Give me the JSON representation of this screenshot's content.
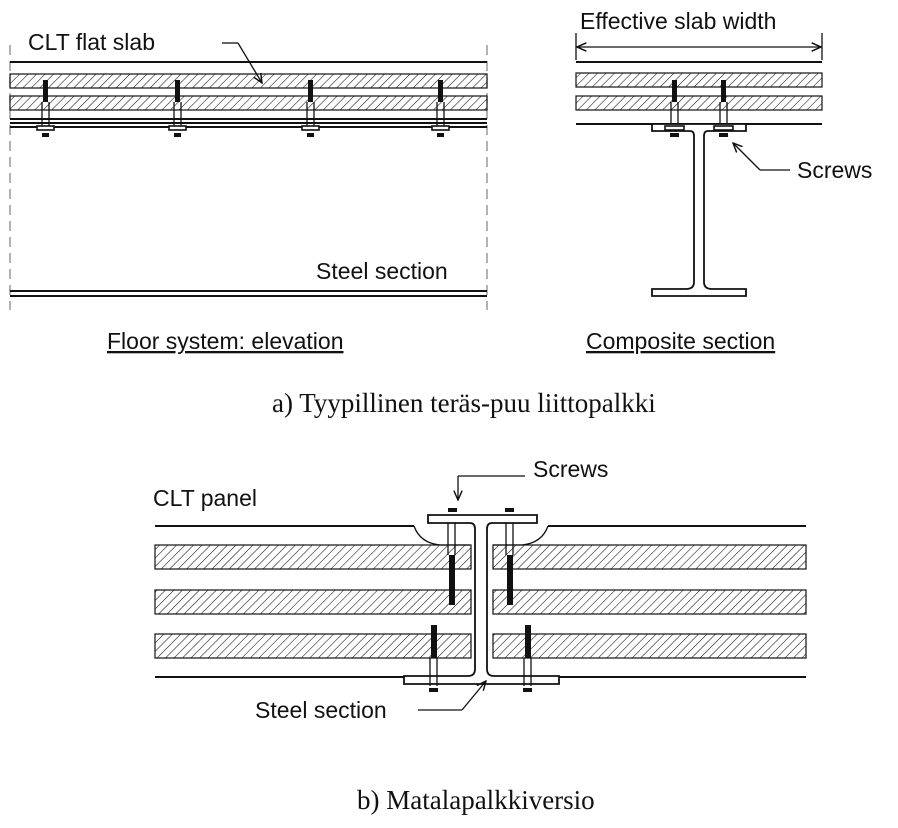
{
  "figure_a": {
    "elevation_label_slab": "CLT flat slab",
    "elevation_label_steel": "Steel section",
    "elevation_title": "Floor system: elevation",
    "section_label_width": "Effective slab width",
    "section_label_screws": "Screws",
    "section_title": "Composite section",
    "caption": "a)  Tyypillinen teräs-puu liittopalkki"
  },
  "figure_b": {
    "label_screws": "Screws",
    "label_panel": "CLT panel",
    "label_steel": "Steel section",
    "caption": "b)  Matalapalkkiversio"
  },
  "colors": {
    "ink": "#111111",
    "background": "#ffffff",
    "hatch": "#111111"
  }
}
